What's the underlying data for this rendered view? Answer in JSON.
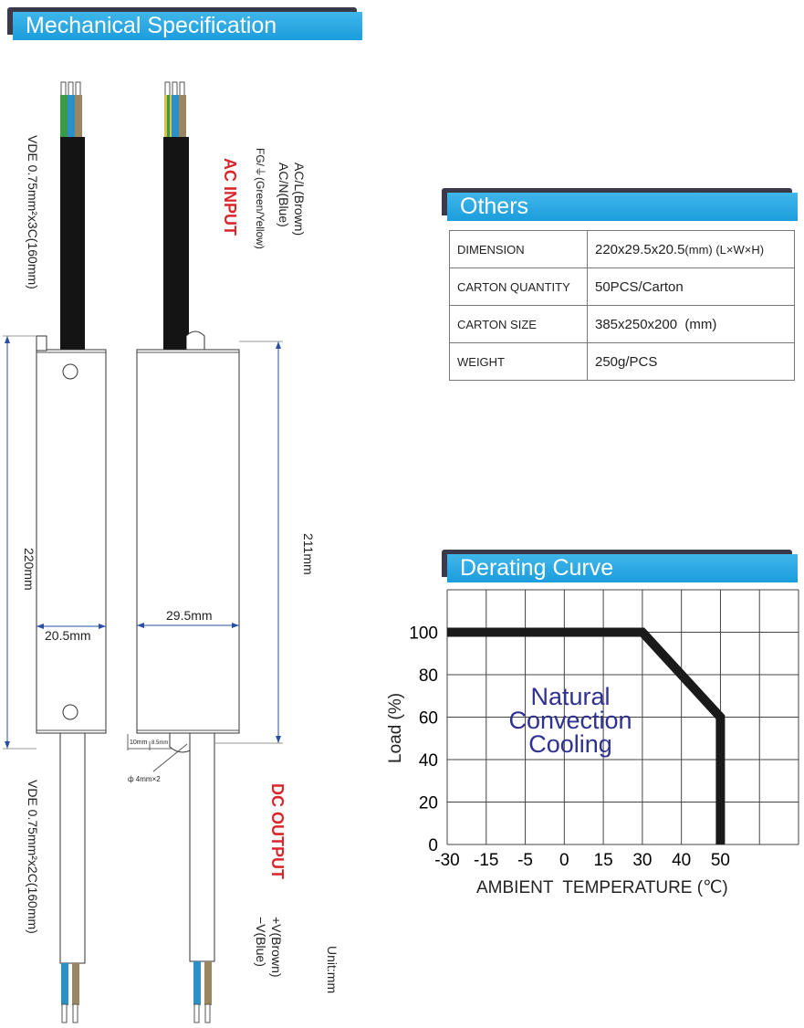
{
  "mech": {
    "title": "Mechanical Specification",
    "vde_input": "VDE 0.75mm²x3C(160mm)",
    "vde_output": "VDE 0.75mm²x2C(160mm)",
    "ac_input": "AC INPUT",
    "ac_l": "AC/L(Brown)",
    "ac_n": "AC/N(Blue)",
    "fg": "FG/⏚(Green/Yellow)",
    "dim_220": "220mm",
    "dim_211": "211mm",
    "dim_205": "20.5mm",
    "dim_295": "29.5mm",
    "dim_10": "10mm",
    "dim_85": "8.5mm",
    "dim_hole": "ф 4mm×2",
    "dc_output": "DC OUTPUT",
    "v_pos": "+V(Brown)",
    "v_neg": "−V(Blue)",
    "unit": "Unit:mm",
    "colors": {
      "ac_red": "#d9262c",
      "accent": "#1c9ddd"
    }
  },
  "others": {
    "title": "Others",
    "rows": [
      {
        "k": "DIMENSION",
        "v": "220x29.5x20.5",
        "u": "(mm) (L×W×H)"
      },
      {
        "k": "CARTON QUANTITY",
        "v": "50PCS/Carton",
        "u": ""
      },
      {
        "k": "CARTON SIZE",
        "v": "385x250x200",
        "u": "  (mm)"
      },
      {
        "k": "WEIGHT",
        "v": "250g/PCS",
        "u": ""
      }
    ]
  },
  "derating": {
    "title": "Derating Curve",
    "annotation": [
      "Natural",
      "Convection",
      "Cooling"
    ]
  },
  "chart_data": {
    "type": "line",
    "x": [
      -30,
      30,
      50,
      50
    ],
    "y": [
      100,
      100,
      60,
      0
    ],
    "xlabel": "AMBIENT  TEMPERATURE (℃)",
    "ylabel": "Load (%)",
    "xticks": [
      "-30",
      "-15",
      "-5",
      "0",
      "15",
      "30",
      "40",
      "50"
    ],
    "yticks": [
      "0",
      "20",
      "40",
      "60",
      "80",
      "100"
    ],
    "ylim": [
      0,
      120
    ],
    "grid": true
  }
}
